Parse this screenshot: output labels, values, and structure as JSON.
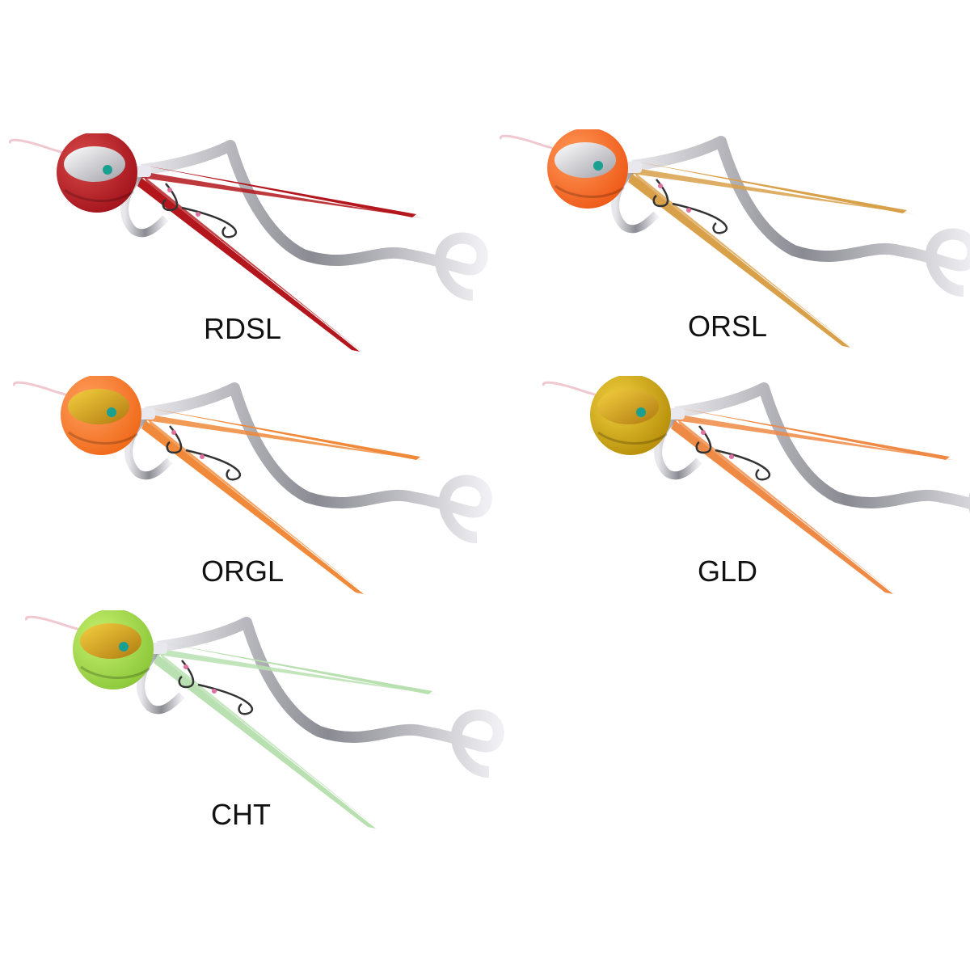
{
  "variants": [
    {
      "code": "RDSL",
      "head_color": "#a3141c",
      "head_highlight": "#d94a4a",
      "plate": "silver",
      "skirt_color": "#b3161c"
    },
    {
      "code": "ORSL",
      "head_color": "#ef5a18",
      "head_highlight": "#ff9a5a",
      "plate": "silver",
      "skirt_color": "#d9a04a"
    },
    {
      "code": "ORGL",
      "head_color": "#f06a1a",
      "head_highlight": "#ffa060",
      "plate": "gold",
      "skirt_color": "#f08a3a"
    },
    {
      "code": "GLD",
      "head_color": "#b8900a",
      "head_highlight": "#f0d040",
      "plate": "gold",
      "skirt_color": "#ee8a45"
    },
    {
      "code": "CHT",
      "head_color": "#8cc83a",
      "head_highlight": "#c8f070",
      "plate": "gold",
      "skirt_color": "#b8e0b0"
    }
  ]
}
